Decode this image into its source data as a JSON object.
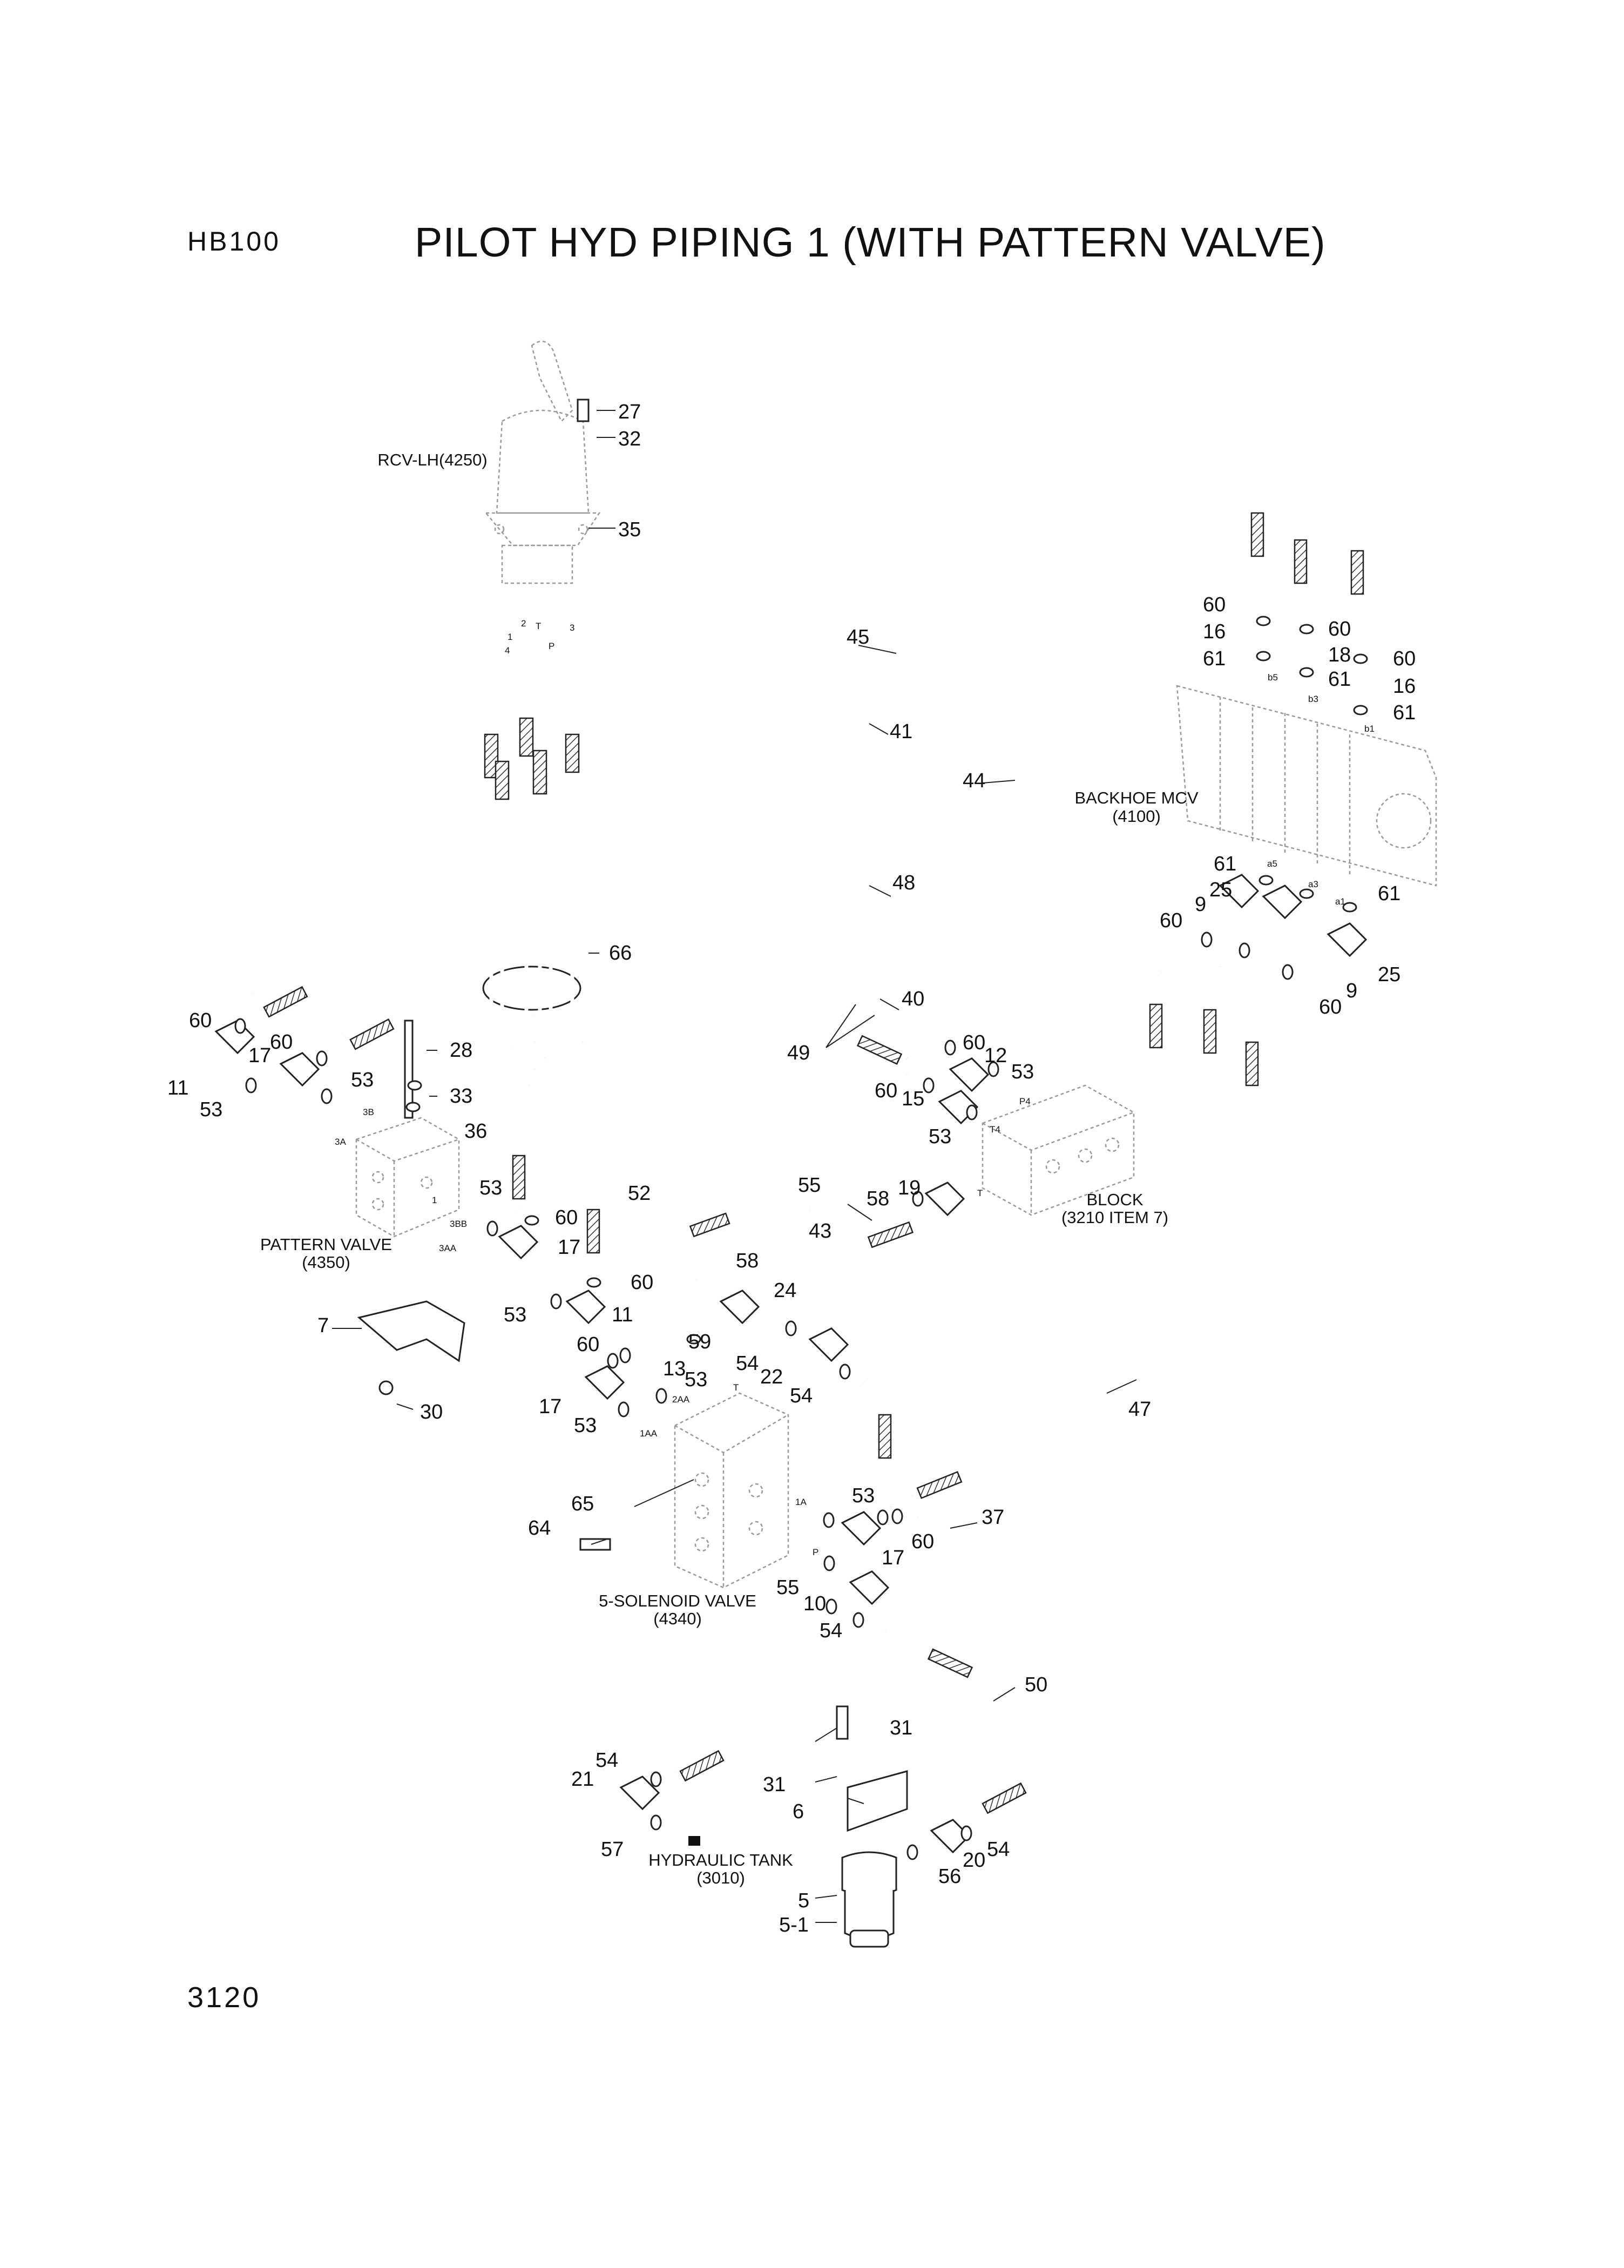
{
  "header": {
    "model": "HB100",
    "title": "PILOT HYD PIPING 1 (WITH PATTERN VALVE)"
  },
  "footer": {
    "page_number": "3120"
  },
  "components": {
    "rcv": "RCV-LH(4250)",
    "backhoe_mcv": [
      "BACKHOE MCV",
      "(4100)"
    ],
    "pattern_valve": [
      "PATTERN VALVE",
      "(4350)"
    ],
    "block": [
      "BLOCK",
      "(3210 ITEM 7)"
    ],
    "solenoid_valve": [
      "5-SOLENOID VALVE",
      "(4340)"
    ],
    "hydraulic_tank": [
      "HYDRAULIC TANK",
      "(3010)"
    ]
  },
  "callouts": [
    "27",
    "32",
    "35",
    "60",
    "16",
    "61",
    "60",
    "18",
    "60",
    "61",
    "16",
    "61",
    "45",
    "41",
    "44",
    "61",
    "25",
    "9",
    "60",
    "61",
    "25",
    "9",
    "60",
    "66",
    "48",
    "40",
    "60",
    "12",
    "53",
    "60",
    "15",
    "53",
    "49",
    "60",
    "11",
    "53",
    "17",
    "60",
    "53",
    "28",
    "33",
    "36",
    "53",
    "60",
    "17",
    "52",
    "55",
    "58",
    "19",
    "43",
    "58",
    "60",
    "24",
    "53",
    "11",
    "7",
    "60",
    "13",
    "53",
    "59",
    "54",
    "22",
    "54",
    "17",
    "53",
    "30",
    "47",
    "65",
    "53",
    "64",
    "17",
    "60",
    "37",
    "55",
    "10",
    "54",
    "50",
    "54",
    "31",
    "21",
    "31",
    "6",
    "57",
    "54",
    "20",
    "56",
    "5",
    "5-1"
  ],
  "port_labels": [
    "1",
    "2",
    "3",
    "4",
    "T",
    "P",
    "b5",
    "b3",
    "b1",
    "a5",
    "a3",
    "a1",
    "3B",
    "3A",
    "3BB",
    "3AA",
    "1",
    "P4",
    "T4",
    "T",
    "2AA",
    "1AA",
    "1A",
    "P",
    "T"
  ],
  "legend_marker_color": "#111111",
  "icons": [
    "square-marker-icon"
  ]
}
